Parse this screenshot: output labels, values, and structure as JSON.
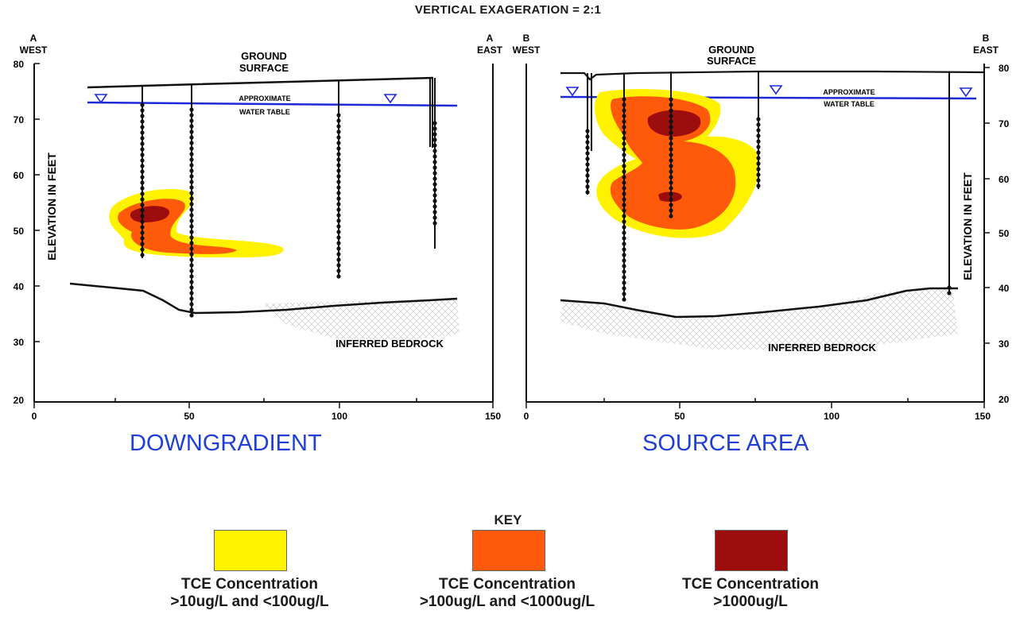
{
  "header": {
    "title": "VERTICAL EXAGERATION = 2:1"
  },
  "colors": {
    "plume_low": "#fff200",
    "plume_mid": "#ff5a0a",
    "plume_high": "#9e0d0d",
    "water_table": "#1e2ad8",
    "caption": "#1f3fd6"
  },
  "left_section": {
    "corner_left_top": "A",
    "corner_left_bottom": "WEST",
    "corner_right_top": "A",
    "corner_right_bottom": "EAST",
    "ground_line1": "GROUND",
    "ground_line2": "SURFACE",
    "water_line1": "APPROXIMATE",
    "water_line2": "WATER TABLE",
    "bedrock": "INFERRED BEDROCK",
    "y_axis_label": "ELEVATION IN FEET",
    "y_ticks": [
      "80",
      "70",
      "60",
      "50",
      "40",
      "30",
      "20"
    ],
    "x_ticks": [
      "0",
      "50",
      "100",
      "150"
    ],
    "caption": "DOWNGRADIENT"
  },
  "right_section": {
    "corner_left_top": "B",
    "corner_left_bottom": "WEST",
    "corner_right_top": "B",
    "corner_right_bottom": "EAST",
    "ground_line1": "GROUND",
    "ground_line2": "SURFACE",
    "water_line1": "APPROXIMATE",
    "water_line2": "WATER TABLE",
    "bedrock": "INFERRED BEDROCK",
    "y_axis_label": "ELEVATION IN FEET",
    "y_ticks": [
      "80",
      "70",
      "60",
      "50",
      "40",
      "30",
      "20"
    ],
    "x_ticks": [
      "0",
      "50",
      "100",
      "150"
    ],
    "caption": "SOURCE AREA"
  },
  "key": {
    "title": "KEY",
    "items": [
      {
        "line1": "TCE Concentration",
        "line2": ">10ug/L and <100ug/L"
      },
      {
        "line1": "TCE Concentration",
        "line2": ">100ug/L and <1000ug/L"
      },
      {
        "line1": "TCE Concentration",
        "line2": ">1000ug/L"
      }
    ]
  }
}
